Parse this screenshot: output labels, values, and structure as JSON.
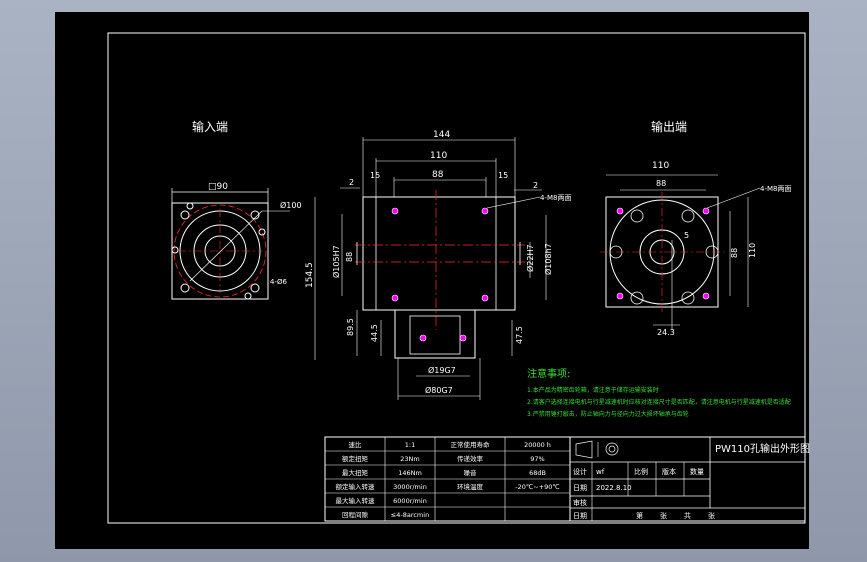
{
  "colors": {
    "sheet": "#000000",
    "line": "#ffffff",
    "centerline": "#ff2a2a",
    "dimension": "#ffffff",
    "notes": "#2fe02f",
    "hole": "#ff00ff"
  },
  "views": {
    "input_title": "输入端",
    "output_title": "输出端"
  },
  "input_view": {
    "dim_square": "□90",
    "dim_circle": "Ø100",
    "dim_holes": "4-Ø6"
  },
  "front_view": {
    "dim_overall_width": "144",
    "dim_body_width": "110",
    "dim_hole_pitch": "88",
    "dim_left_gap": "2",
    "dim_left_offset": "15",
    "dim_right_offset": "15",
    "dim_right_gap": "2",
    "dim_threads": "4-M8两面",
    "dim_height": "154.5",
    "dim_bore_left": "Ø105H7",
    "dim_pitch_left": "88",
    "dim_bore_right": "Ø22H7",
    "dim_dia_right": "Ø108h7",
    "dim_shaft_offset": "89.5",
    "dim_shaft_length": "44.5",
    "dim_key_depth": "47.5",
    "dim_spigot": "Ø19G7",
    "dim_spigot_outer": "Ø80G7"
  },
  "output_view": {
    "dim_width": "110",
    "dim_pitch": "88",
    "dim_threads": "4-M8两面",
    "dim_key": "5",
    "dim_key_height": "24.3",
    "dim_pitch_v": "88",
    "dim_height_v": "110"
  },
  "notes": {
    "title": "注意事项:",
    "lines": [
      "1.本产品为精密齿轮箱，请注意于储存运输安装时",
      "2.请客户选择连接电机与行星减速机时应核对连接尺寸是否匹配，请注意电机与行星减速机是否适配",
      "3.严禁用锤打敲击，防止轴向力与径向力过大损坏轴承与齿轮"
    ]
  },
  "spec_table": {
    "rows": [
      [
        "速比",
        "1:1",
        "正常使用寿命",
        "20000 h"
      ],
      [
        "额定扭矩",
        "23Nm",
        "传递效率",
        "97%"
      ],
      [
        "最大扭矩",
        "146Nm",
        "噪音",
        "68dB"
      ],
      [
        "额定输入转速",
        "3000r/min",
        "环境温度",
        "-20℃~+90℃"
      ],
      [
        "最大输入转速",
        "6000r/min",
        "",
        ""
      ],
      [
        "回程间隙",
        "≤4-8arcmin",
        "",
        ""
      ]
    ]
  },
  "title_block": {
    "drawing_title": "PW110孔输出外形图",
    "label_design": "设计",
    "value_design": "wf",
    "label_scale": "比例",
    "label_version": "版本",
    "label_qty": "数量",
    "label_date_prefix": "日期",
    "value_date": "2022.8.10",
    "label_review": "审核",
    "label_date": "日期",
    "label_sheet": "第",
    "label_sheet_unit": "张",
    "label_total": "共",
    "label_total_unit": "张"
  }
}
